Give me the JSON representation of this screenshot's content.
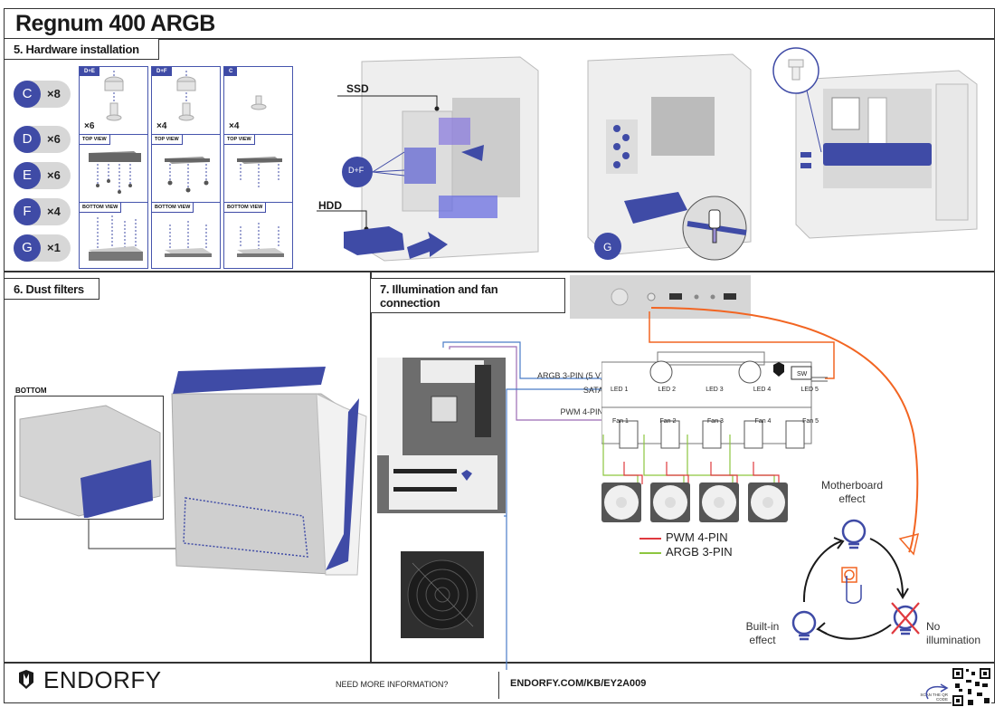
{
  "title": "Regnum 400 ARGB",
  "sections": {
    "hardware": {
      "heading": "5. Hardware installation",
      "parts": [
        {
          "letter": "C",
          "qty": "×8"
        },
        {
          "letter": "D",
          "qty": "×6"
        },
        {
          "letter": "E",
          "qty": "×6"
        },
        {
          "letter": "F",
          "qty": "×4"
        },
        {
          "letter": "G",
          "qty": "×1"
        }
      ],
      "columns": [
        {
          "tag": "D+E",
          "count": "×6",
          "top_label": "TOP VIEW",
          "bottom_label": "BOTTOM VIEW"
        },
        {
          "tag": "D+F",
          "count": "×4",
          "top_label": "TOP VIEW",
          "bottom_label": "BOTTOM VIEW"
        },
        {
          "tag": "C",
          "count": "×4",
          "top_label": "TOP VIEW",
          "bottom_label": "BOTTOM VIEW"
        }
      ],
      "callouts": {
        "ssd": "SSD",
        "hdd": "HDD",
        "df": "D+F",
        "g": "G"
      }
    },
    "dust": {
      "heading": "6. Dust filters",
      "bottom_label": "BOTTOM"
    },
    "illumination": {
      "heading": "7. Illumination and fan connection",
      "wires": {
        "argb": "ARGB 3-PIN (5 V)",
        "sata": "SATA",
        "pwm": "PWM 4-PIN"
      },
      "hub": {
        "leds": [
          "LED 1",
          "LED 2",
          "LED 3",
          "LED 4",
          "LED 5"
        ],
        "fans": [
          "Fan 1",
          "Fan 2",
          "Fan 3",
          "Fan 4",
          "Fan 5"
        ],
        "switch": "SW"
      },
      "legend": [
        {
          "label": "PWM 4-PIN",
          "color": "#e0393e"
        },
        {
          "label": "ARGB 3-PIN",
          "color": "#8dc63f"
        }
      ],
      "cycle": {
        "top": "Motherboard effect",
        "left": "Built-in effect",
        "right": "No illumination"
      }
    }
  },
  "footer": {
    "brand": "ENDORFY",
    "need_info": "NEED MORE INFORMATION?",
    "url": "ENDORFY.COM/KB/EY2A009",
    "scan": "SCAN THE QR CODE"
  },
  "colors": {
    "accent": "#3f4ba6",
    "orange": "#f26522",
    "purple": "#9b6bb5",
    "blue_wire": "#4a7cc7"
  }
}
